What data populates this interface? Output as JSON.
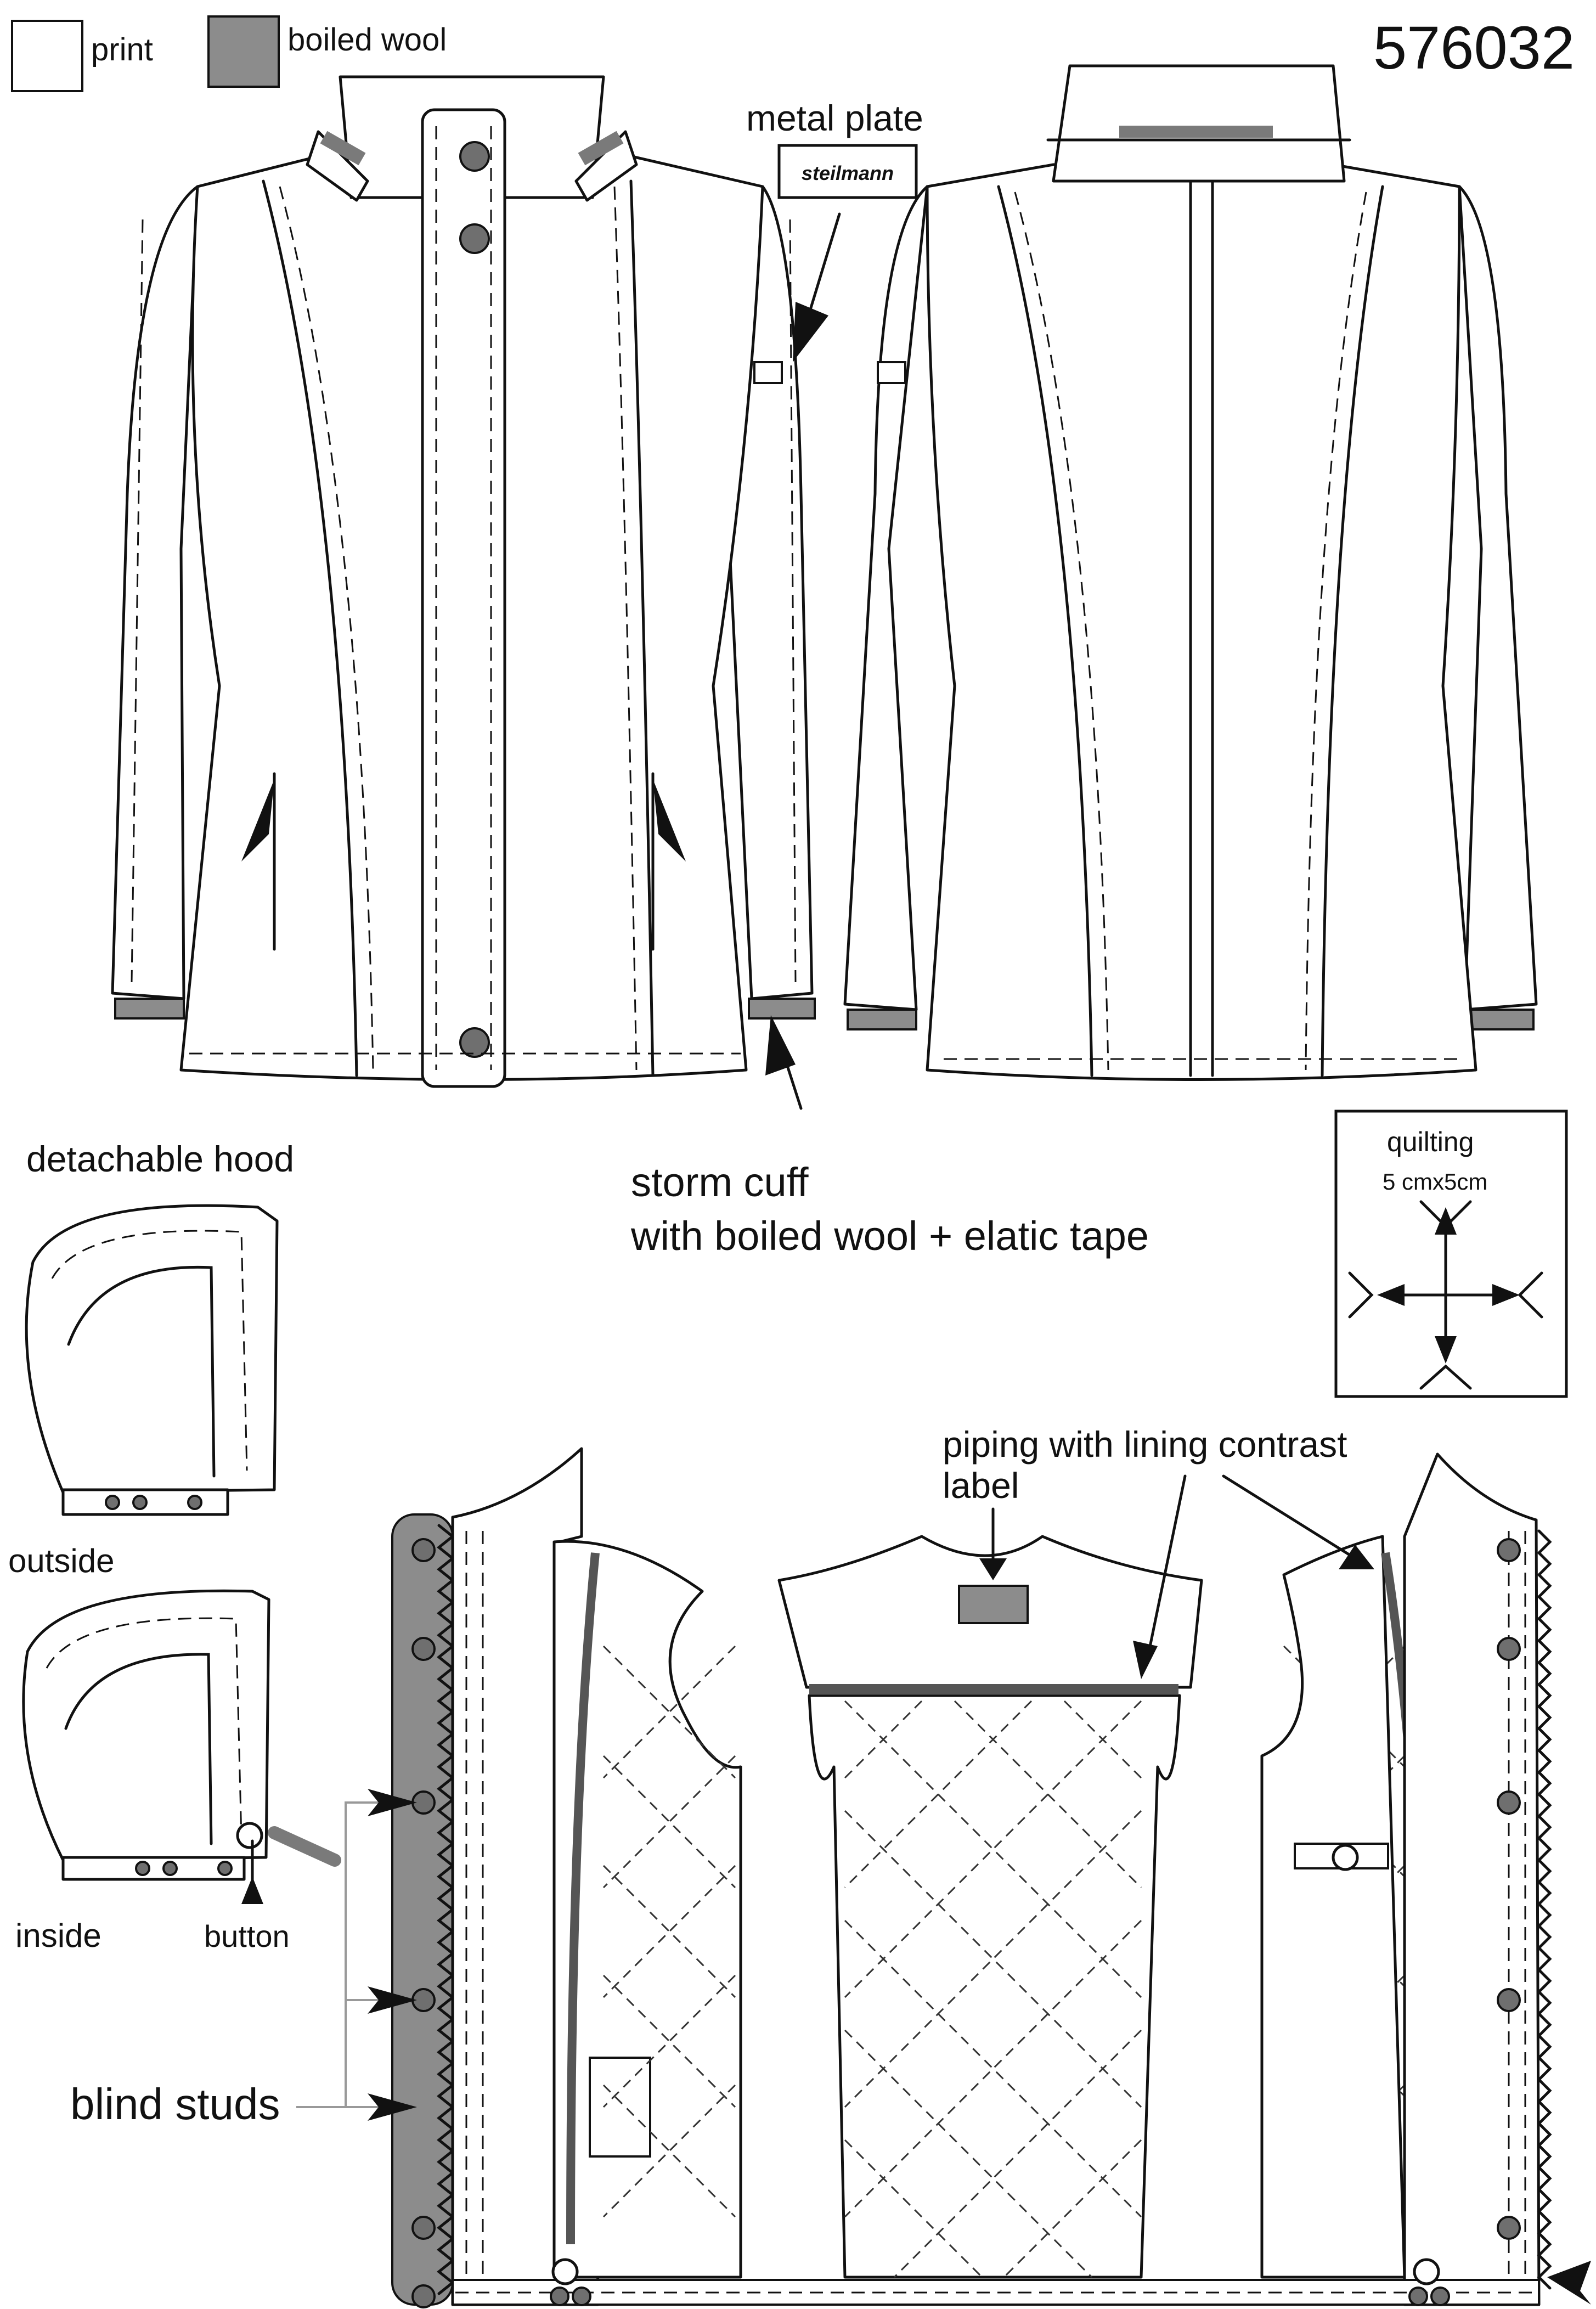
{
  "article_number": "576032",
  "legend": {
    "print": "print",
    "boiled_wool": "boiled wool"
  },
  "colors": {
    "boiled_wool_fill": "#8c8c8c",
    "stud_fill": "#6f6f6f",
    "outline": "#111111"
  },
  "callouts": {
    "metal_plate": "metal plate",
    "brand_on_plate": "steilmann",
    "storm_cuff_line1": "storm cuff",
    "storm_cuff_line2": "with boiled wool + elatic tape",
    "detachable_hood": "detachable hood",
    "hood_outside": "outside",
    "hood_inside": "inside",
    "button": "button",
    "blind_studs": "blind studs",
    "piping": "piping with lining contrast",
    "label": "label"
  },
  "quilting_box": {
    "title": "quilting",
    "size": "5 cmx5cm"
  },
  "icons": [
    "arrow-pointer-icon",
    "stud-icon",
    "zipper-pull-icon",
    "toggle-icon"
  ]
}
